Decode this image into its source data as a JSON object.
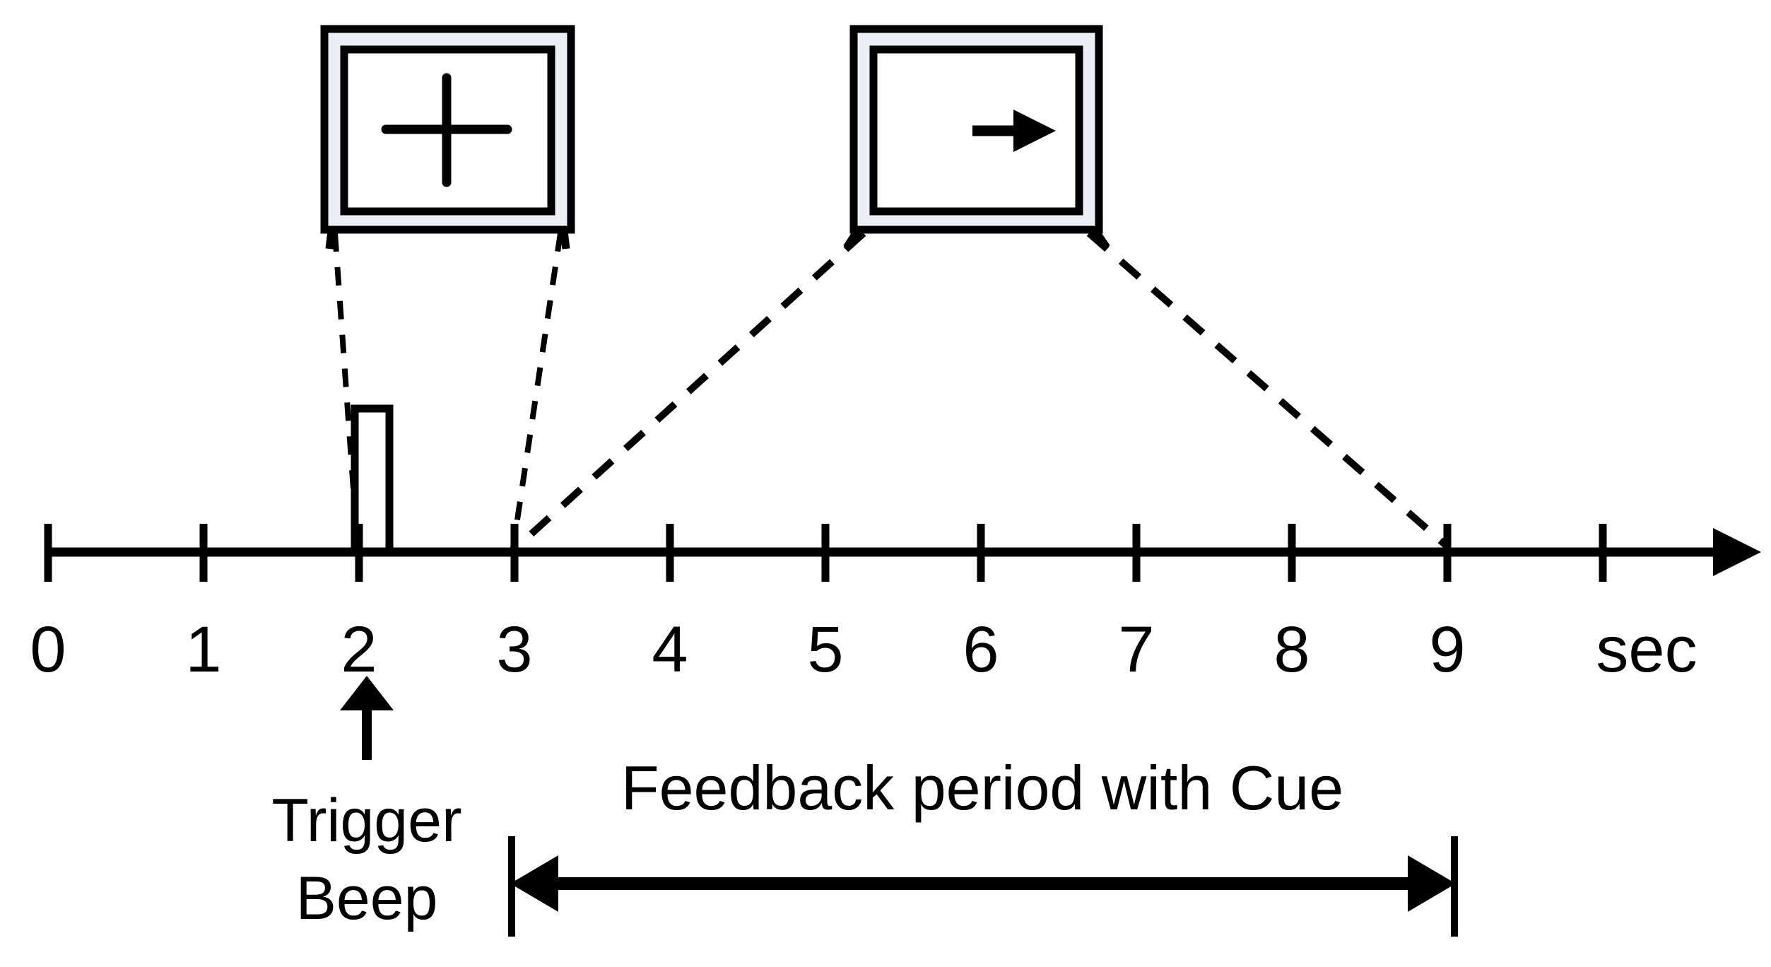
{
  "figure": {
    "type": "experiment-timeline",
    "background_color": "#ffffff",
    "line_color": "#000000",
    "screen_bezel_color": "#e9eef7"
  },
  "axis": {
    "unit_label": "sec",
    "tick_labels": [
      "0",
      "1",
      "2",
      "3",
      "4",
      "5",
      "6",
      "7",
      "8",
      "9"
    ],
    "tick_values": [
      0,
      1,
      2,
      3,
      4,
      5,
      6,
      7,
      8,
      9
    ],
    "range": [
      0,
      10
    ],
    "arrow_direction": "right",
    "tick_count": 11
  },
  "events": {
    "trigger_beep": {
      "label_line1": "Trigger",
      "label_line2": "Beep",
      "time_sec": 2,
      "pulse_start_sec": 2.0,
      "pulse_end_sec": 2.2,
      "pointer_direction": "up"
    },
    "feedback_period": {
      "caption": "Feedback period with Cue",
      "start_sec": 3,
      "end_sec": 9,
      "arrow_style": "double-headed"
    }
  },
  "screens": [
    {
      "name": "fixation-screen",
      "stimulus": "cross",
      "onset_sec": 2,
      "offset_sec": 3,
      "callout_style": "dashed"
    },
    {
      "name": "cue-screen",
      "stimulus": "right-arrow",
      "onset_sec": 3,
      "offset_sec": 9,
      "callout_style": "dashed"
    }
  ],
  "chart_data": {
    "type": "timeline",
    "title": "",
    "xlabel": "sec",
    "ylabel": "",
    "xlim": [
      0,
      10
    ],
    "grid": false,
    "categories": [
      "0",
      "1",
      "2",
      "3",
      "4",
      "5",
      "6",
      "7",
      "8",
      "9"
    ],
    "annotations": [
      {
        "text": "Trigger Beep",
        "x": 2
      },
      {
        "text": "Feedback period with Cue",
        "x_start": 3,
        "x_end": 9
      }
    ],
    "series": [
      {
        "name": "Trigger Beep pulse",
        "x_start": 2.0,
        "x_end": 2.2,
        "height": 1
      },
      {
        "name": "Fixation cross displayed",
        "x_start": 2,
        "x_end": 3
      },
      {
        "name": "Cue arrow displayed",
        "x_start": 3,
        "x_end": 9
      }
    ]
  }
}
